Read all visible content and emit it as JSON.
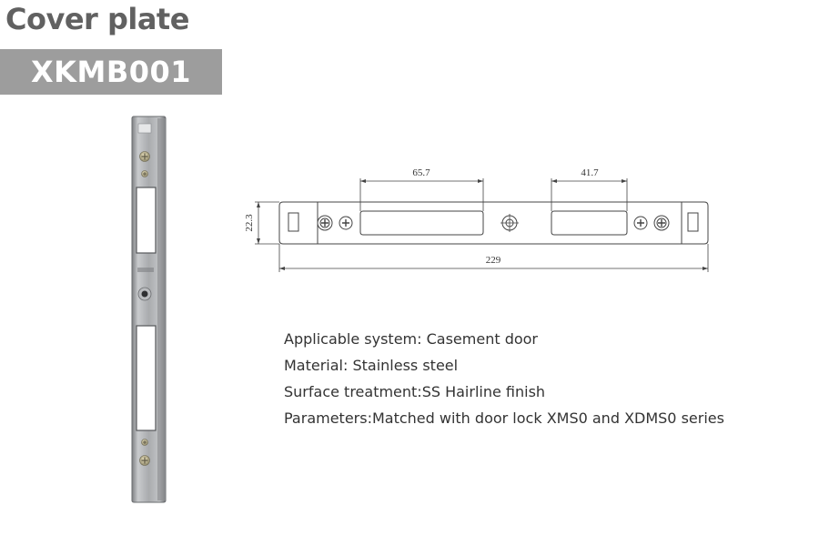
{
  "header": {
    "title": "Cover plate",
    "code": "XKMB001"
  },
  "drawing": {
    "dim_slot_left": "65.7",
    "dim_slot_right": "41.7",
    "dim_height": "22.3",
    "dim_length": "229"
  },
  "specs": {
    "applicable_system": "Applicable system: Casement door",
    "material": "Material: Stainless steel",
    "surface_treatment": "Surface treatment:SS Hairline finish",
    "parameters": "Parameters:Matched with door lock XMS0 and XDMS0 series"
  },
  "colors": {
    "title": "#616161",
    "badge_bg": "#9d9d9d",
    "badge_text": "#ffffff",
    "body_text": "#333333"
  }
}
